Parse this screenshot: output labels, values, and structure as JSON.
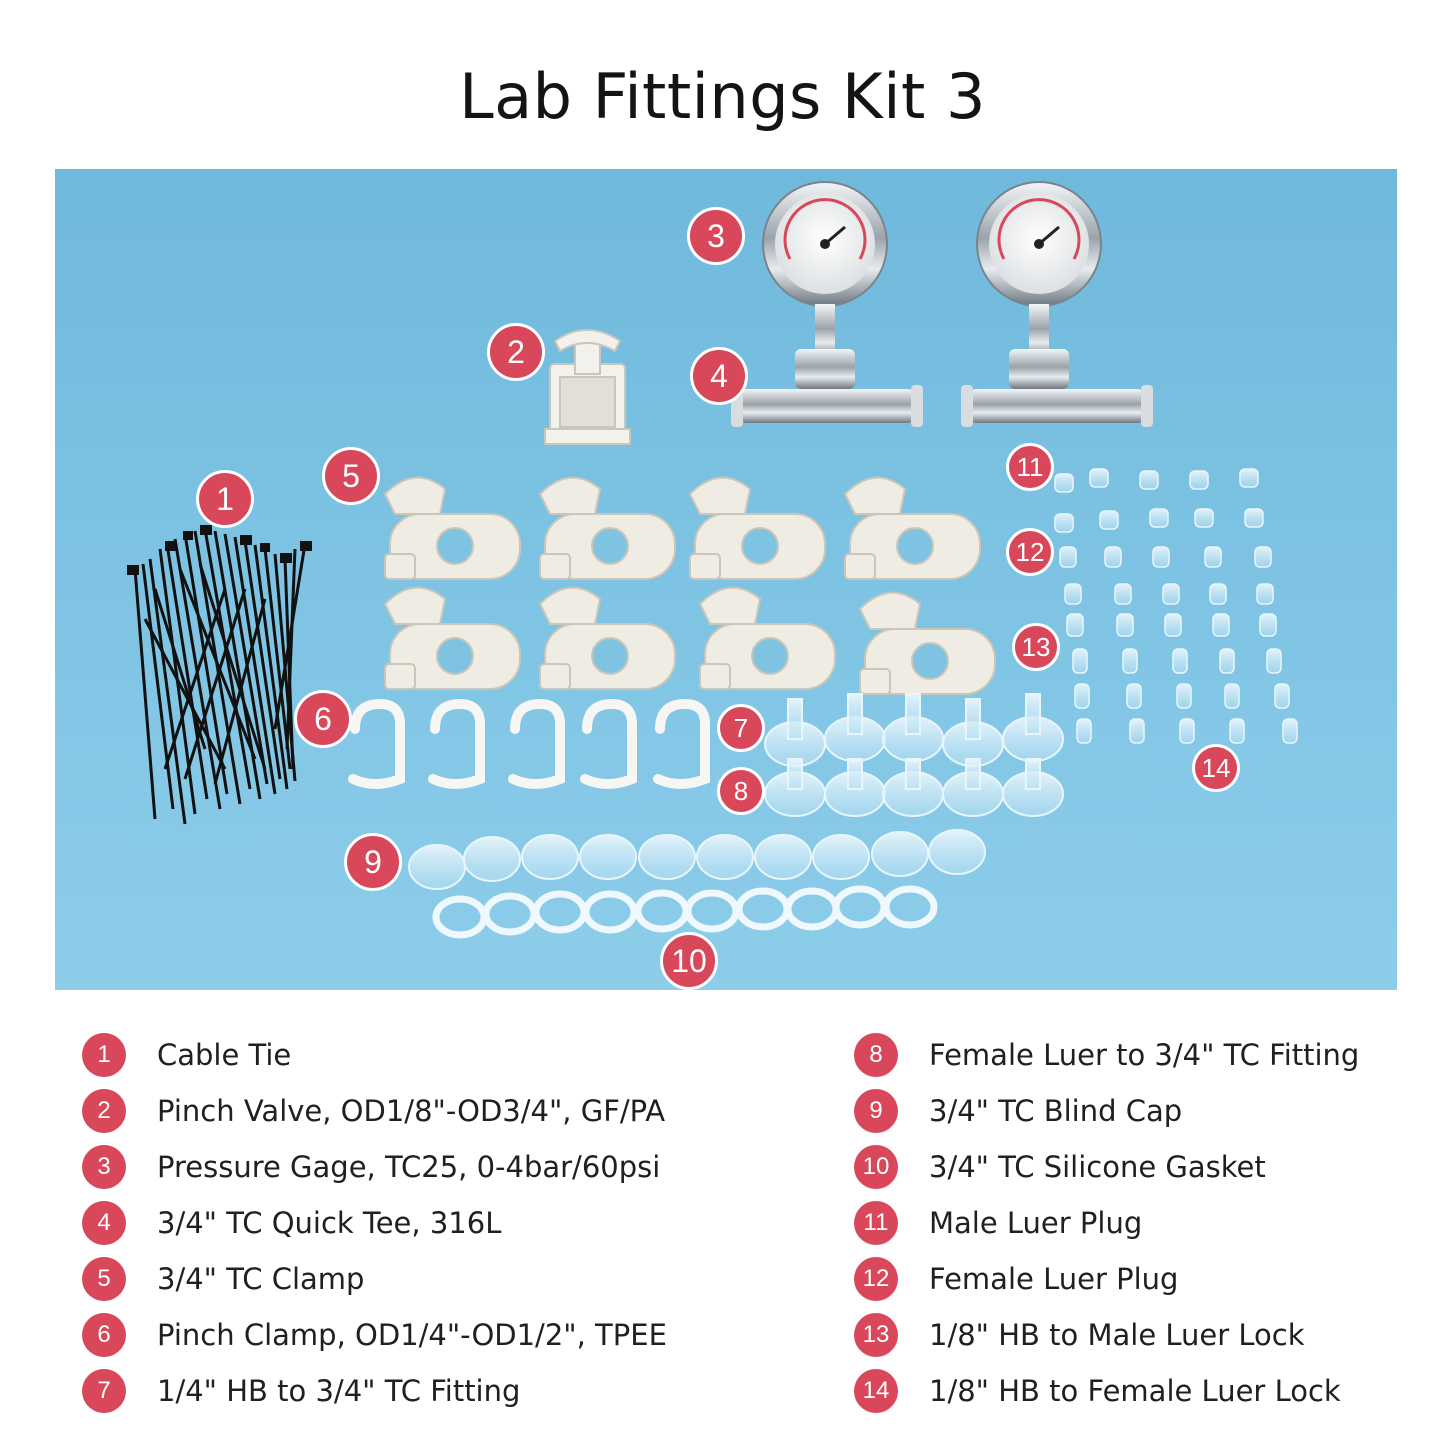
{
  "title": "Lab Fittings Kit 3",
  "colors": {
    "background": "#7ec4e2",
    "badge": "#d8485a",
    "badge_text": "#ffffff"
  },
  "items": [
    {
      "num": "1",
      "label": "Cable Tie"
    },
    {
      "num": "2",
      "label": "Pinch Valve, OD1/8\"-OD3/4\", GF/PA"
    },
    {
      "num": "3",
      "label": "Pressure Gage, TC25, 0-4bar/60psi"
    },
    {
      "num": "4",
      "label": "3/4\" TC Quick Tee, 316L"
    },
    {
      "num": "5",
      "label": "3/4\" TC Clamp"
    },
    {
      "num": "6",
      "label": "Pinch Clamp, OD1/4\"-OD1/2\", TPEE"
    },
    {
      "num": "7",
      "label": "1/4\" HB to 3/4\" TC Fitting"
    },
    {
      "num": "8",
      "label": "Female Luer to 3/4\" TC Fitting"
    },
    {
      "num": "9",
      "label": "3/4\" TC Blind Cap"
    },
    {
      "num": "10",
      "label": "3/4\" TC Silicone Gasket"
    },
    {
      "num": "11",
      "label": "Male Luer Plug"
    },
    {
      "num": "12",
      "label": "Female Luer Plug"
    },
    {
      "num": "13",
      "label": "1/8\" HB to Male Luer Lock"
    },
    {
      "num": "14",
      "label": "1/8\" HB to Female Luer Lock"
    }
  ]
}
